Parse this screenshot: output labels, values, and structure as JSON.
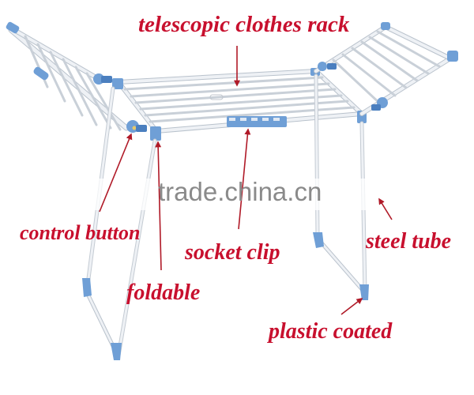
{
  "figure": {
    "subject": "telescopic clothes drying rack with folding wings",
    "colors": {
      "label_red": "#c8102e",
      "arrow_red": "#b01a28",
      "tube_white": "#eef1f5",
      "tube_shadow": "#b9c2cc",
      "plastic_blue": "#6f9fd6",
      "plastic_blue_dark": "#4b7fbf",
      "watermark_gray": "#8a8a8a"
    }
  },
  "labels": {
    "title": "telescopic clothes rack",
    "control_button": "control button",
    "socket_clip": "socket clip",
    "steel_tube": "steel tube",
    "foldable": "foldable",
    "plastic_coated": "plastic coated"
  },
  "watermark": {
    "text": "trade.china.cn"
  }
}
